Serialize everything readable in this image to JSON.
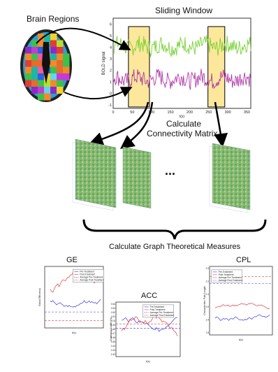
{
  "labels": {
    "brain_regions": "Brain Regions",
    "sliding_window": "Sliding Window",
    "calc_conn_line1": "Calculate",
    "calc_conn_line2": "Connectivity Matrix",
    "ellipsis": "...",
    "calc_graph": "Calculate Graph Theoretical Measures"
  },
  "bold_plot": {
    "ylabel": "BOLD signal",
    "xlabel": "t(s)",
    "yticks": [
      "6",
      "5",
      "4",
      "3",
      "2",
      "1",
      "0",
      "-1"
    ],
    "xticks": [
      "0",
      "50",
      "100",
      "150",
      "200",
      "250",
      "300",
      "350"
    ],
    "windows": [
      [
        40,
        95
      ],
      [
        248,
        292
      ]
    ],
    "series_colors": [
      "#78d235",
      "#b03aa8"
    ]
  },
  "panels": [
    {
      "id": "ge",
      "title": "GE",
      "ylabel": "Global Efficiency",
      "xlabel": "t(s)",
      "legend": [
        "Pre-Treatment",
        "Post-Treatment",
        "Average Pre-Treatment",
        "Average Post-Treatment"
      ]
    },
    {
      "id": "acc",
      "title": "ACC",
      "ylabel": "Clustering Coefficient",
      "xlabel": "t(s)",
      "yticks": [
        "0.54",
        "0.53",
        "0.52",
        "0.51",
        "0.5",
        "0.49",
        "0.48",
        "0.47",
        "0.46",
        "0.45",
        "0.44",
        "0.43",
        "0.42"
      ],
      "legend": [
        "Pre-Treatment",
        "Post-Treatment",
        "Average Pre-Treatment",
        "Average Post-Treatment"
      ]
    },
    {
      "id": "cpl",
      "title": "CPL",
      "ylabel": "Characteristic Path Length",
      "xlabel": "t(s)",
      "yticks": [
        "2.3",
        "2.2",
        "2.1",
        "2.0",
        "1.9",
        "1.8"
      ],
      "legend": [
        "Pre-Treatment",
        "Post-Treatment",
        "Average Pre-Treatment",
        "Average Post-Treatment"
      ]
    }
  ],
  "colors": {
    "pre": "#3a3ae0",
    "post": "#e03a3a",
    "window": "#fce79a",
    "matrix": "#7dbb6a"
  }
}
